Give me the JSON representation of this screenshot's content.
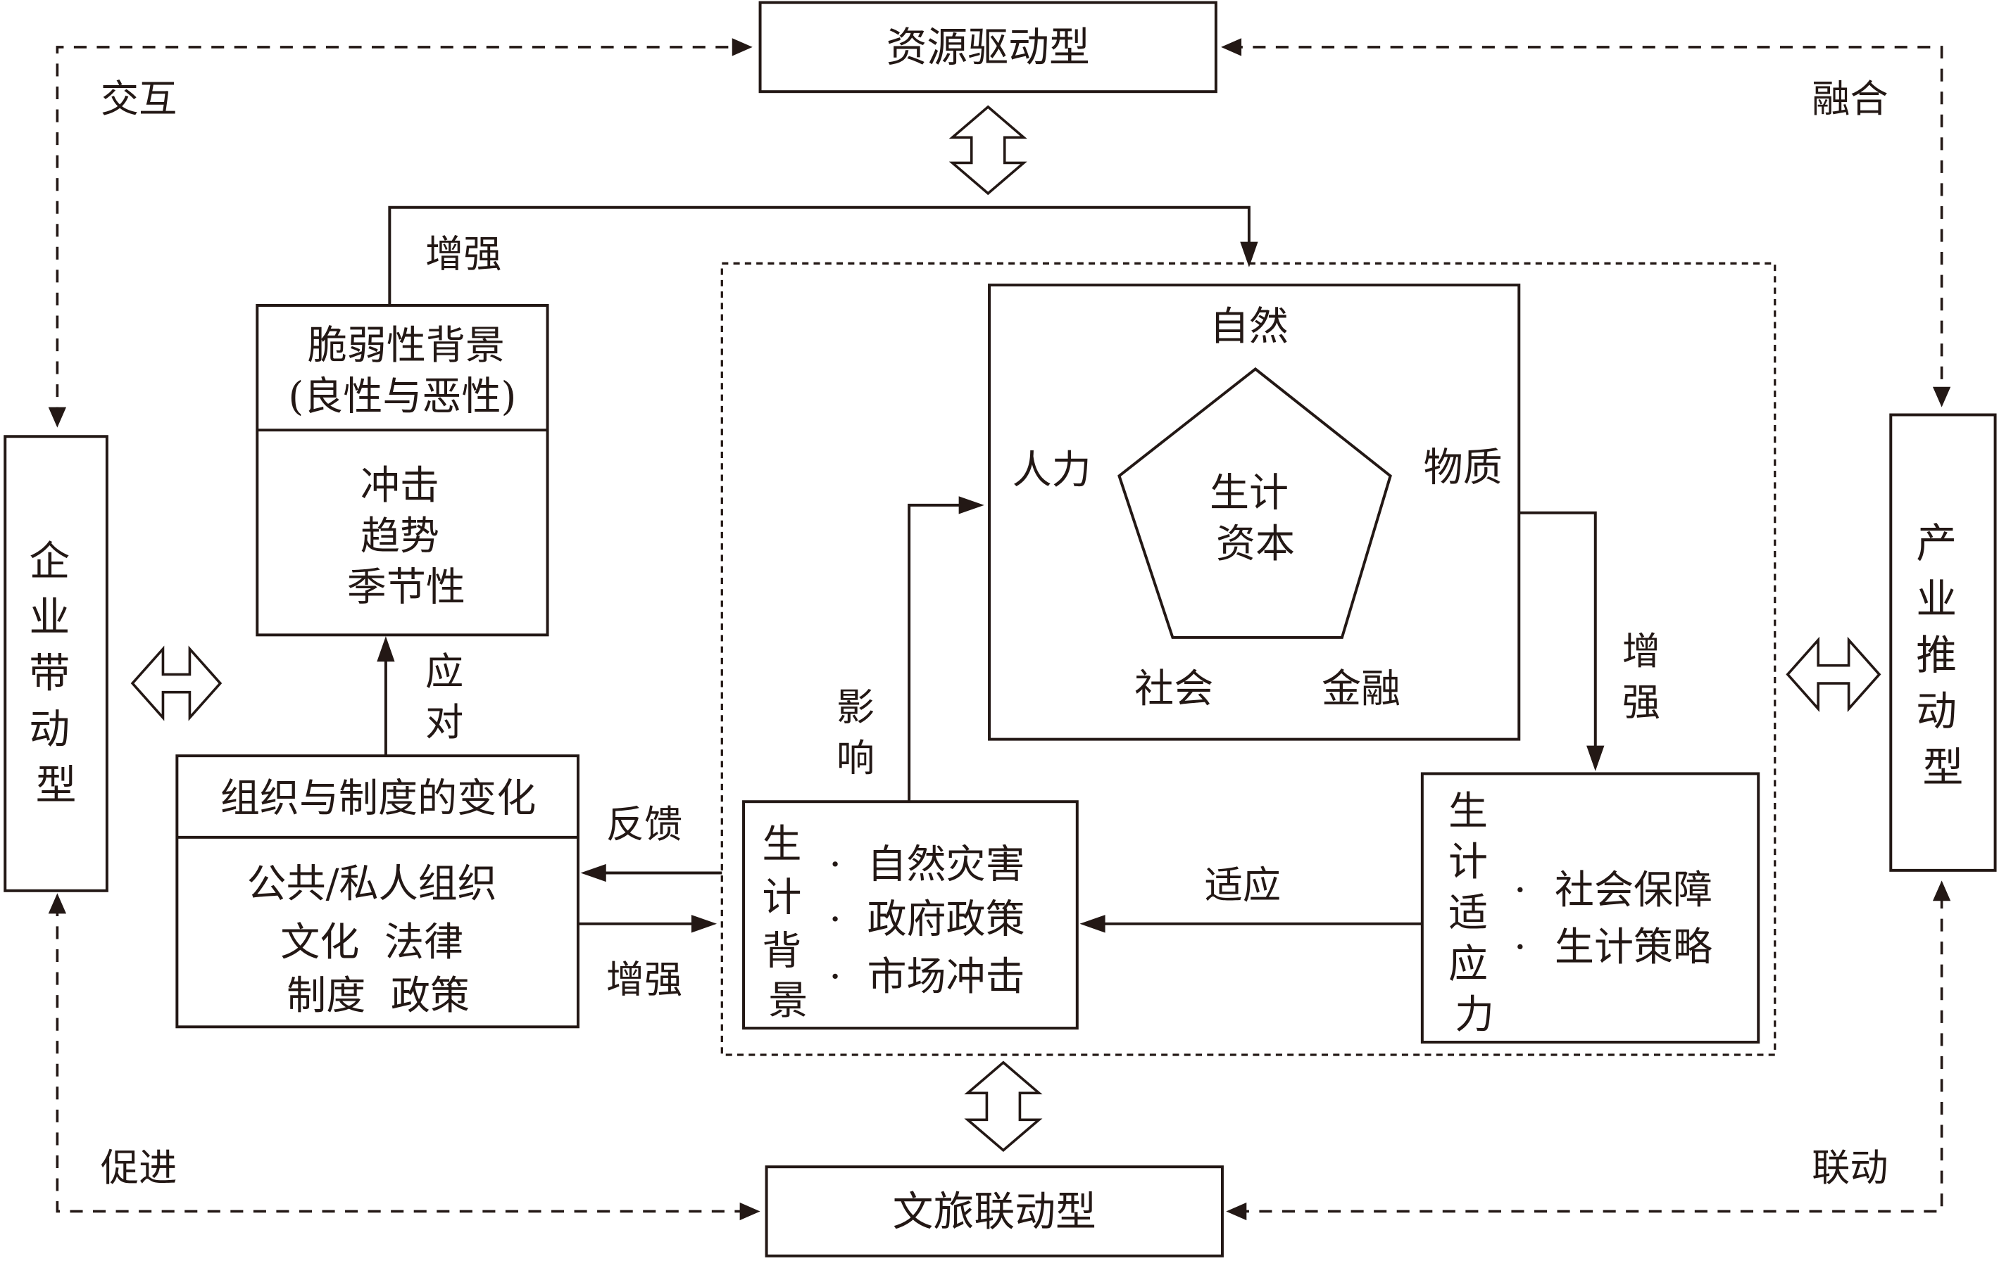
{
  "outer": {
    "top": "资源驱动型",
    "bottom": "文旅联动型",
    "left": [
      "企",
      "业",
      "带",
      "动",
      "型"
    ],
    "right": [
      "产",
      "业",
      "推",
      "动",
      "型"
    ],
    "corner_labels": {
      "top_left": "交互",
      "top_right": "融合",
      "bottom_left": "促进",
      "bottom_right": "联动"
    }
  },
  "vulnerability": {
    "title_line1": "脆弱性背景",
    "title_line2": "(良性与恶性)",
    "items": [
      "冲击",
      "趋势",
      "季节性"
    ]
  },
  "organization": {
    "title": "组织与制度的变化",
    "lines": [
      "公共/私人组织",
      "文化  法律",
      "制度  政策"
    ]
  },
  "capital": {
    "center": [
      "生计",
      "资本"
    ],
    "nodes": {
      "top": "自然",
      "left": "人力",
      "right": "物质",
      "bottom_left": "社会",
      "bottom_right": "金融"
    }
  },
  "livelihood_context": {
    "title": [
      "生",
      "计",
      "背",
      "景"
    ],
    "items": [
      "自然灾害",
      "政府政策",
      "市场冲击"
    ]
  },
  "adaptive_capacity": {
    "title": [
      "生",
      "计",
      "适",
      "应",
      "力"
    ],
    "items": [
      "社会保障",
      "生计策略"
    ]
  },
  "arrow_labels": {
    "enhance_top": "增强",
    "respond": [
      "应",
      "对"
    ],
    "feedback": "反馈",
    "enhance_org": "增强",
    "influence": [
      "影",
      "响"
    ],
    "enhance_right": [
      "增",
      "强"
    ],
    "adapt": "适应"
  },
  "bullet": "·"
}
